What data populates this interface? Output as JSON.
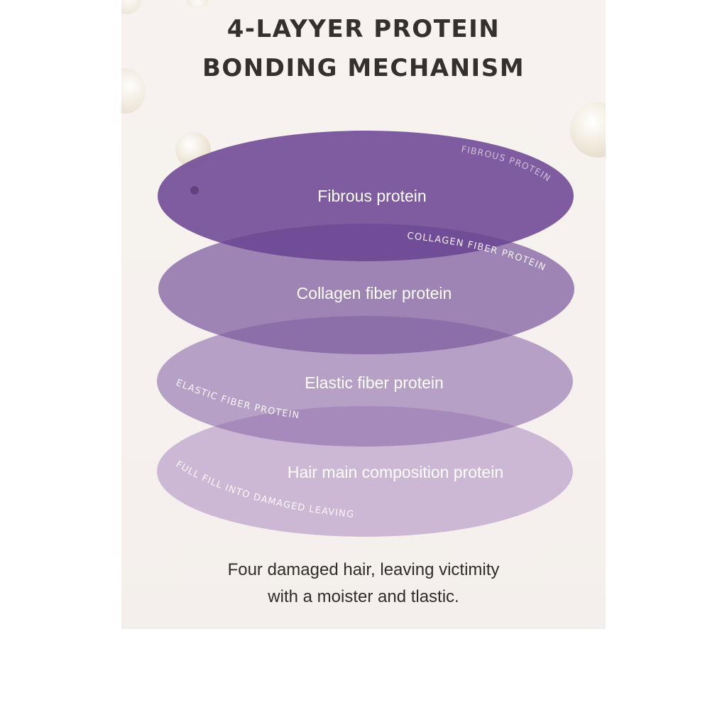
{
  "title": {
    "line1": "4-LAYYER PROTEIN",
    "line2": "BONDING MECHANISM"
  },
  "layers": [
    {
      "label": "Fibrous protein",
      "arc_label": "FIBROUS PROTEIN",
      "color": "#6b4391",
      "opacity": 0.86
    },
    {
      "label": "Collagen fiber protein",
      "arc_label": "COLLAGEN FIBER PROTEIN",
      "color": "#7b5a9e",
      "opacity": 0.72
    },
    {
      "label": "Elastic fiber protein",
      "arc_label": "ELASTIC FIBER PROTEIN",
      "color": "#8c6aaa",
      "opacity": 0.6
    },
    {
      "label": "Hair main composition protein",
      "arc_label": "FULL FILL INTO DAMAGED LEAVING",
      "color": "#a98bbf",
      "opacity": 0.55
    }
  ],
  "caption": {
    "line1": "Four damaged hair, leaving victimity",
    "line2": "with a moister and tlastic."
  },
  "colors": {
    "background": "#f6f1ee",
    "title_text": "#33302e",
    "layer_text": "#ffffff",
    "pearl": "#efe8d8"
  }
}
